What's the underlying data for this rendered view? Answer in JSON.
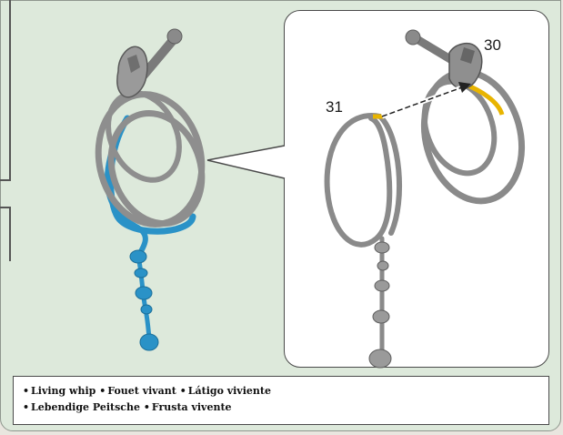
{
  "figure": {
    "callouts": {
      "part_30": "30",
      "part_31": "31"
    }
  },
  "caption": {
    "line1": [
      {
        "bullet": "•",
        "text": "Living whip"
      },
      {
        "bullet": "•",
        "text": "Fouet vivant"
      },
      {
        "bullet": "•",
        "text": "Látigo viviente"
      }
    ],
    "line2": [
      {
        "bullet": "•",
        "text": "Lebendige Peitsche"
      },
      {
        "bullet": "•",
        "text": "Frusta vivente"
      }
    ]
  },
  "colors": {
    "panel_background": "#dde9db",
    "whip_gray": "#8e8e8e",
    "whip_blue": "#2a92c7",
    "glue_yellow": "#e8b400",
    "zoom_background": "#ffffff"
  }
}
